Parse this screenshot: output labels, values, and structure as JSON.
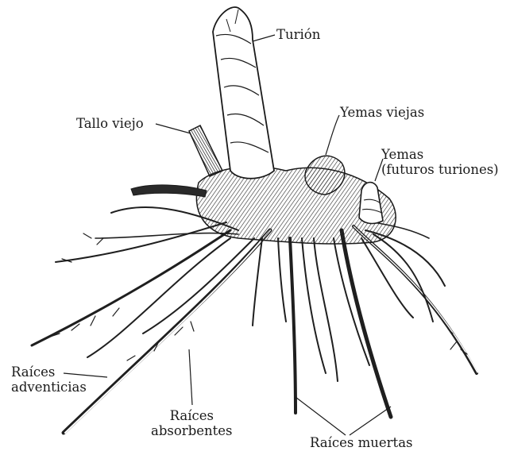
{
  "labels": {
    "turion": "Turión",
    "tallo_viejo": "Tallo viejo",
    "yemas_viejas": "Yemas viejas",
    "yemas_nuevas_line1": "Yemas",
    "yemas_nuevas_line2": "(futuros turiones)",
    "raices_adventicias_line1": "Raíces",
    "raices_adventicias_line2": "adventicias",
    "raices_absorbentes_line1": "Raíces",
    "raices_absorbentes_line2": "absorbentes",
    "raices_muertas": "Raíces muertas"
  },
  "colors": {
    "ink": "#1a1a1a",
    "paper": "#ffffff"
  }
}
